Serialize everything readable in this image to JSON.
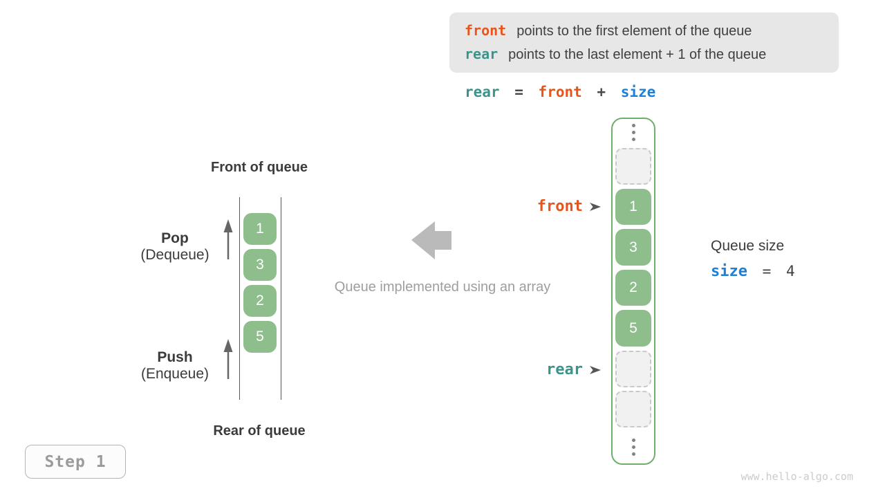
{
  "info_box": {
    "lines": [
      {
        "keyword": "front",
        "text": "points to the first element of the queue"
      },
      {
        "keyword": "rear",
        "text": "points to the last element + 1 of the queue"
      }
    ]
  },
  "formula": {
    "rear": "rear",
    "eq": "=",
    "front": "front",
    "plus": "+",
    "size": "size"
  },
  "left_diagram": {
    "front_label": "Front of queue",
    "rear_label": "Rear of queue",
    "pop": {
      "title": "Pop",
      "subtitle": "(Dequeue)"
    },
    "push": {
      "title": "Push",
      "subtitle": "(Enqueue)"
    },
    "cells": [
      "1",
      "3",
      "2",
      "5"
    ]
  },
  "middle": {
    "caption": "Queue implemented using an array"
  },
  "right_diagram": {
    "front_pointer": "front",
    "rear_pointer": "rear",
    "values": [
      "1",
      "3",
      "2",
      "5"
    ]
  },
  "queue_size": {
    "label": "Queue size",
    "var": "size",
    "eq": "=",
    "value": "4"
  },
  "step_badge": "Step 1",
  "watermark": "www.hello-algo.com",
  "colors": {
    "front_orange": "#e4561e",
    "rear_teal": "#3b948b",
    "size_blue": "#1e7fd7",
    "cell_green": "#8dbe8c",
    "container_green": "#6fae6b",
    "info_box_gray": "#e7e7e7",
    "muted_gray": "#9e9e9e"
  }
}
